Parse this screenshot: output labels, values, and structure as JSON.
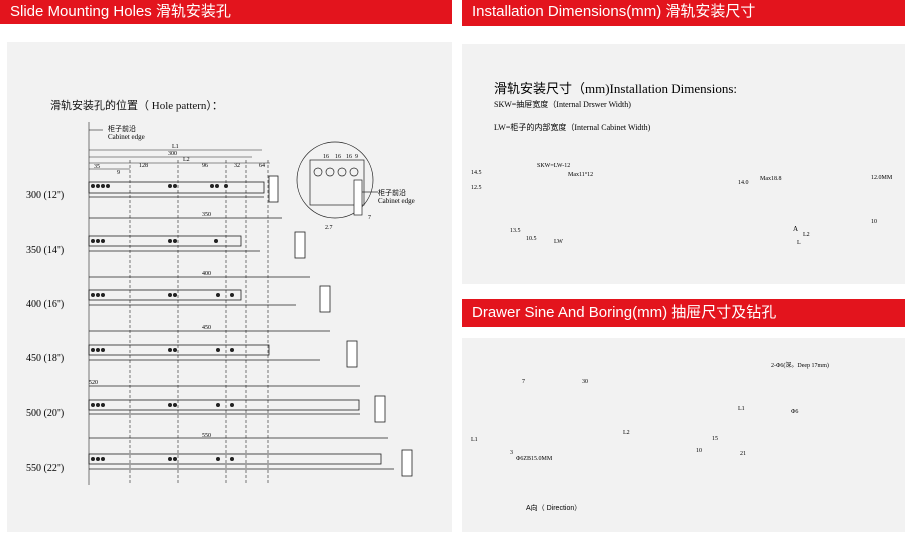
{
  "headers": {
    "left": "Slide Mounting Holes 滑轨安装孔",
    "top_right": "Installation Dimensions(mm) 滑轨安装尺寸",
    "bottom_right": "Drawer Sine And Boring(mm) 抽屉尺寸及钻孔"
  },
  "left": {
    "caption": "滑轨安装孔的位置（ Hole pattern）：",
    "edge_label_cn": "柜子前沿",
    "edge_label_en": "Cabinet edge",
    "sizes": [
      "300 (12\")",
      "350 (14\")",
      "400 (16\")",
      "450 (18\")",
      "500 (20\")",
      "550 (22\")"
    ],
    "dims": {
      "L1": "L1",
      "L2": "L2",
      "d300": "300",
      "d350": "350",
      "d400": "400",
      "d450": "450",
      "d500": "520",
      "d550": "550",
      "d128": "128",
      "d96": "96",
      "d32": "32",
      "d64": "64",
      "d35": "35",
      "d9": "9"
    },
    "detail_edge_cn": "柜子前沿",
    "detail_edge_en": "Cabinet edge",
    "detail_dims": [
      "16",
      "16",
      "16",
      "9",
      "2.7",
      "7"
    ]
  },
  "install": {
    "title": "滑轨安装尺寸（mm)Installation Dimensions:",
    "skw": "SKW=抽屉宽度（Internal Drswer Width)",
    "lw": "LW=柜子的内部宽度（Internal Cabinet Width)",
    "dims_a": [
      "SKW=LW-12",
      "Max11°12",
      "LW",
      "14.5",
      "12.5",
      "13.5",
      "10.5"
    ],
    "dims_b": [
      "L2",
      "L",
      "A",
      "14.0",
      "Max18.8",
      "12.0MM",
      "10"
    ]
  },
  "boring": {
    "dims_a": [
      "7",
      "30",
      "3",
      "Φ6ZB15.0MM",
      "L1",
      "L2"
    ],
    "direction": "A向（ Direction）",
    "dims_b": [
      "2-Φ6(深。Deep 17mm)",
      "Φ6",
      "10",
      "15",
      "21",
      "L1"
    ]
  }
}
